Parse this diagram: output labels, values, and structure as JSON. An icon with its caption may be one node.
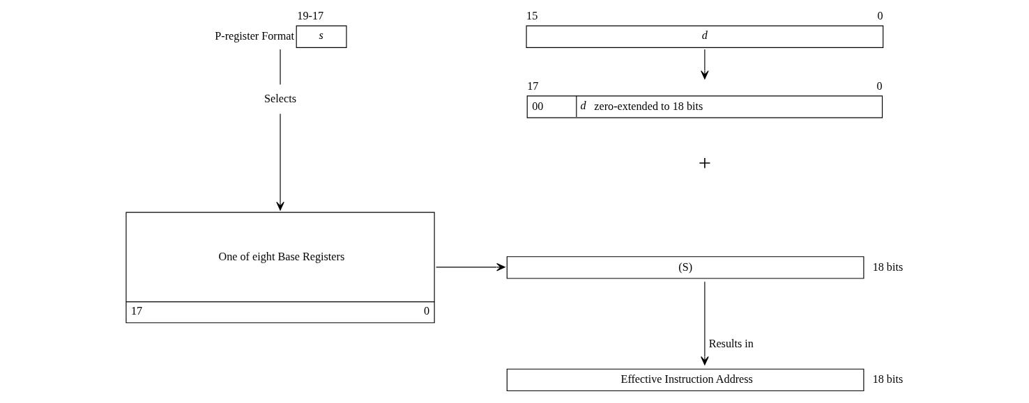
{
  "diagram": {
    "nodes": [
      {
        "text": [
          "s"
        ],
        "beside": [
          "19-17",
          "P-register Format"
        ]
      },
      {
        "text": [
          "Selects"
        ]
      },
      {
        "text": [
          "d"
        ],
        "beside": [
          "15",
          "0"
        ]
      },
      {
        "text": [
          "00",
          "d",
          "zero-extended to 18 bits"
        ],
        "beside": [
          "17",
          "0"
        ]
      },
      {
        "text": [
          "One of eight Base Registers",
          "17",
          "0"
        ]
      },
      {
        "text": [
          "(S)"
        ],
        "beside": [
          "18 bits"
        ]
      },
      {
        "text": [
          "Effective Instruction Address"
        ],
        "beside": [
          "18 bits"
        ]
      }
    ],
    "edges": [
      {
        "from": 0,
        "to": 1,
        "arrow": "none"
      },
      {
        "from": 1,
        "to": 4,
        "arrow": "to"
      },
      {
        "from": 2,
        "to": 3,
        "arrow": "to"
      },
      {
        "from": 4,
        "to": 5,
        "arrow": "to"
      },
      {
        "from": 5,
        "to": 6,
        "arrow": "to",
        "label": "Results in"
      }
    ],
    "labels": [
      "+"
    ]
  }
}
